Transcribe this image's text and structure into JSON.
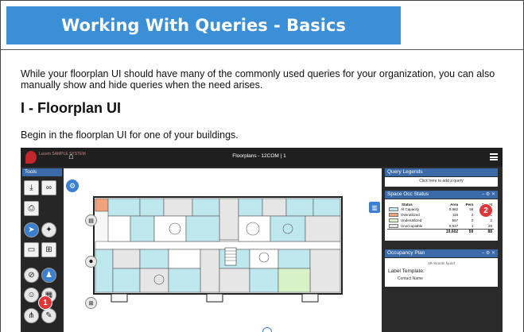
{
  "banner": {
    "title": "Working With Queries - Basics"
  },
  "intro": "While your floorplan UI should have many of the commonly used queries for your organization, you can also manually show and hide queries when the need arises.",
  "section": {
    "heading": "I - Floorplan UI",
    "text": "Begin in the floorplan UI for one of your buildings."
  },
  "app": {
    "logo_text": "Lucem SAMPLE SYSTEM",
    "title": "Floorplans - 12COM | 1",
    "tools_label": "Tools",
    "query_legends": {
      "title": "Query Legends",
      "add_query": "Click here to add a query"
    },
    "space_occ": {
      "title": "Space Occ Status",
      "columns": [
        "Status",
        "Area",
        "Pers",
        "Count"
      ],
      "rows": [
        {
          "name": "At Capacity",
          "area": "9,982",
          "pers": "56",
          "count": "56",
          "color": "#bfe8ee"
        },
        {
          "name": "Overutilized",
          "area": "116",
          "pers": "2",
          "count": "1",
          "color": "#f0a27c"
        },
        {
          "name": "Underutilized",
          "area": "567",
          "pers": "0",
          "count": "2",
          "color": "#d8f2c8"
        },
        {
          "name": "Unoccupiable",
          "area": "8,937",
          "pers": "1",
          "count": "29",
          "color": "#e6e6e6"
        }
      ],
      "total": {
        "area": "19,602",
        "pers": "59",
        "count": "88"
      }
    },
    "occupancy_plan": {
      "title": "Occupancy Plan",
      "found": "59 records found",
      "label_template": "Label Template:",
      "contact": "Contact Name"
    },
    "panel_controls": "– ⚙ ✕"
  },
  "badges": {
    "one": "1",
    "two": "2"
  }
}
